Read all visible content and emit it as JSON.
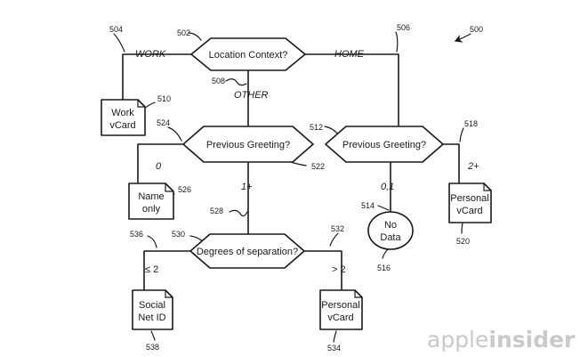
{
  "figure_number": "500",
  "nodes": {
    "location_context": {
      "label": "Location Context?",
      "ref": "502"
    },
    "previous_greeting_left": {
      "label": "Previous Greeting?",
      "ref": "524",
      "ref2": "522"
    },
    "previous_greeting_right": {
      "label": "Previous Greeting?",
      "ref": "512"
    },
    "degrees_of_separation": {
      "label": "Degrees of separation?",
      "ref": "530"
    },
    "work_vcard": {
      "lines": [
        "Work",
        "vCard"
      ],
      "ref": "510"
    },
    "name_only": {
      "lines": [
        "Name",
        "only"
      ],
      "ref": "526"
    },
    "personal_vcard_right": {
      "lines": [
        "Personal",
        "vCard"
      ],
      "ref": "520"
    },
    "social_net_id": {
      "lines": [
        "Social",
        "Net ID"
      ],
      "ref": "538"
    },
    "personal_vcard_bottom": {
      "lines": [
        "Personal",
        "vCard"
      ],
      "ref": "534"
    },
    "no_data": {
      "lines": [
        "No",
        "Data"
      ],
      "ref": "516"
    }
  },
  "edges": {
    "work": {
      "label": "WORK",
      "ref": "504"
    },
    "home": {
      "label": "HOME",
      "ref": "506"
    },
    "other": {
      "label": "OTHER",
      "ref": "508"
    },
    "left_zero": {
      "label": "0"
    },
    "left_one_plus": {
      "label": "1+",
      "ref": "528"
    },
    "right_zero_one": {
      "label": "0,1",
      "ref": "514"
    },
    "right_two_plus": {
      "label": "2+",
      "ref": "518"
    },
    "le_two": {
      "label": "≤ 2",
      "ref": "536"
    },
    "gt_two": {
      "label": "> 2",
      "ref": "532"
    }
  },
  "watermark": {
    "part1": "apple",
    "part2": "insider"
  }
}
